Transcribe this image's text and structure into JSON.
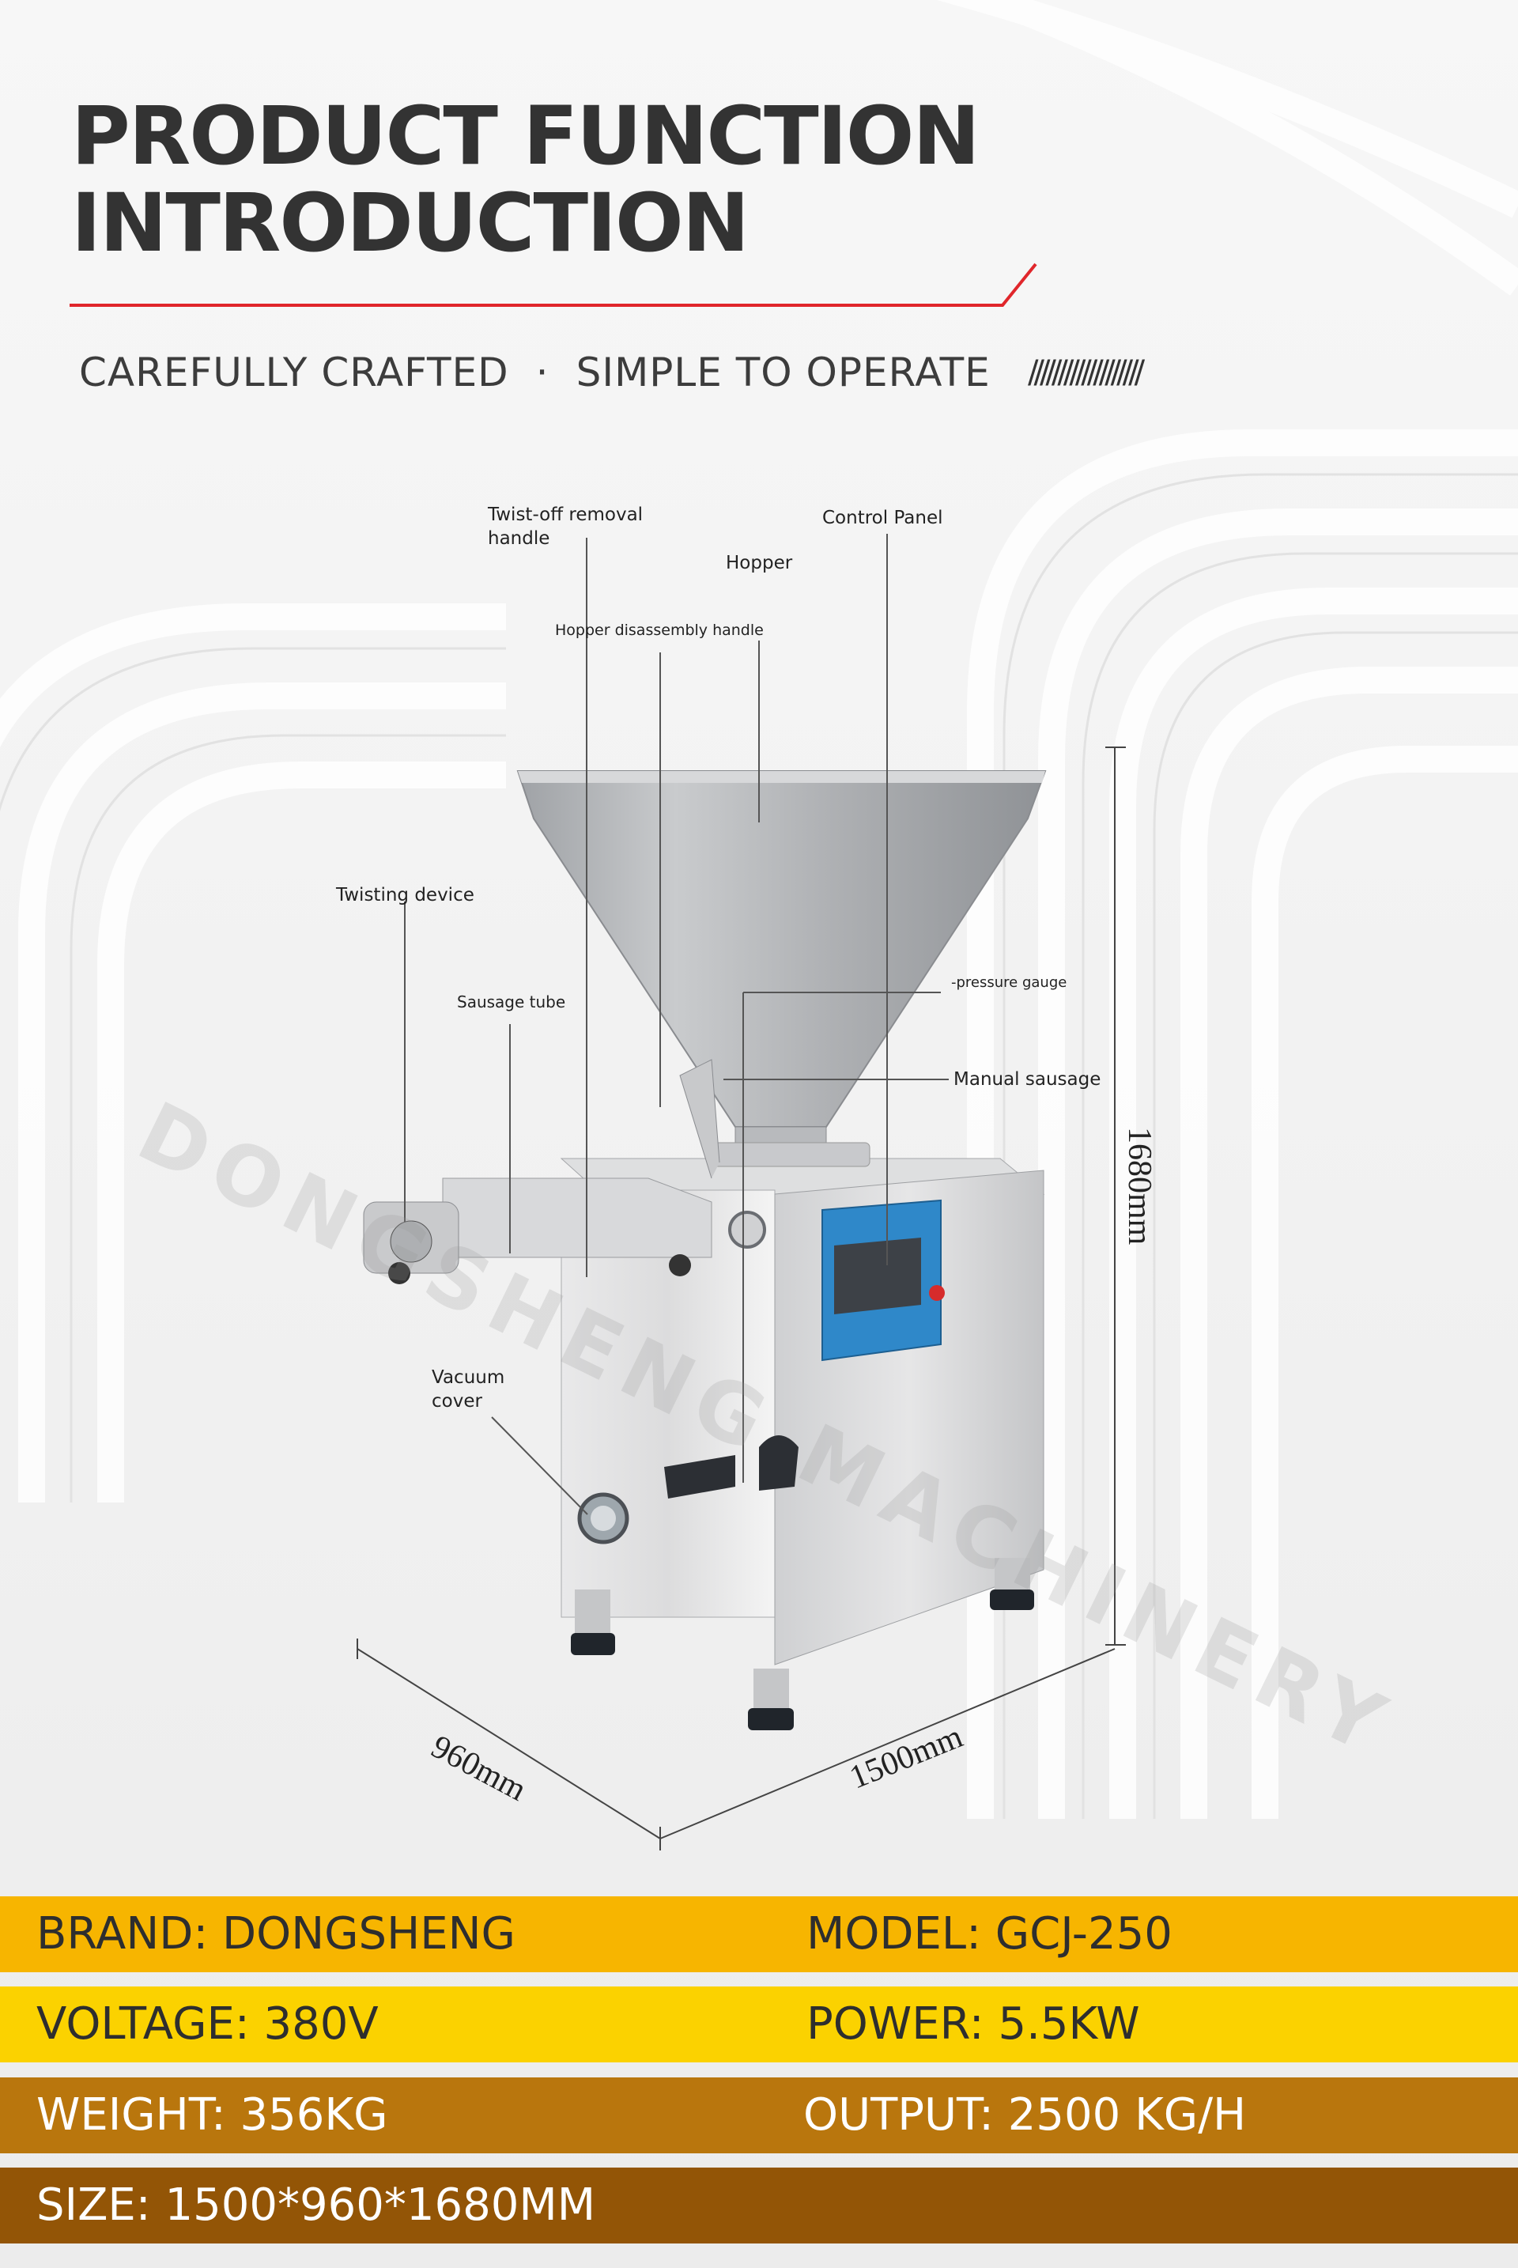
{
  "header": {
    "title_line1": "PRODUCT FUNCTION",
    "title_line2": "INTRODUCTION",
    "subtitle_left": "CAREFULLY CRAFTED",
    "subtitle_separator": "·",
    "subtitle_right": "SIMPLE TO OPERATE",
    "slashes": "///////////////////",
    "accent_color": "#e0262b"
  },
  "watermark": "DONGSHENG MACHINERY",
  "callouts": {
    "twist_off": "Twist-off removal handle",
    "control_panel": "Control Panel",
    "hopper": "Hopper",
    "hopper_disassembly": "Hopper disassembly handle",
    "twisting_device": "Twisting device",
    "sausage_tube": "Sausage tube",
    "pressure_gauge": "-pressure gauge",
    "manual_sausage": "Manual sausage",
    "vacuum_cover": "Vacuum cover"
  },
  "dimensions": {
    "height": "1680mm",
    "depth": "960mm",
    "width": "1500mm"
  },
  "specs": [
    {
      "left": "BRAND: DONGSHENG",
      "right": "MODEL: GCJ-250",
      "bg": "#f7b500",
      "fg": "#2e2e2e"
    },
    {
      "left": "VOLTAGE: 380V",
      "right": "POWER: 5.5KW",
      "bg": "#fbd200",
      "fg": "#2e2e2e"
    },
    {
      "left": "WEIGHT: 356KG",
      "right": "OUTPUT: 2500 KG/H",
      "bg": "#b9760d",
      "fg": "#ffffff"
    },
    {
      "left": "SIZE: 1500*960*1680MM",
      "right": "",
      "bg": "#935506",
      "fg": "#ffffff"
    }
  ]
}
